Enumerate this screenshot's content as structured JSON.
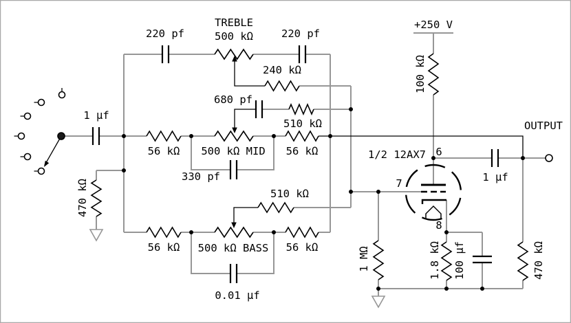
{
  "schematic": {
    "title": "Tone stack with 12AX7 gain stage",
    "colors": {
      "wire": "#969696",
      "component": "#000000",
      "background": "#ffffff",
      "border": "#a9a9a9"
    },
    "input_switch": {
      "contacts": 6,
      "selected": "bottom contact (arrow)"
    },
    "labels": {
      "treble_cap_left": "220 pf",
      "treble_name": "TREBLE",
      "treble_pot": "500 kΩ",
      "treble_cap_right": "220 pf",
      "slope_resistor": "240 kΩ",
      "mid_wiper_cap": "680 pf",
      "mid_wiper_resistor": "510 kΩ",
      "mid_series_left": "56 kΩ",
      "mid_pot": "500 kΩ MID",
      "mid_series_right": "56 kΩ",
      "mid_shunt_cap": "330 pf",
      "bass_wiper_resistor": "510 kΩ",
      "bass_series_left": "56 kΩ",
      "bass_pot": "500 kΩ BASS",
      "bass_series_right": "56 kΩ",
      "bass_shunt_cap": "0.01 μf",
      "input_cap": "1 μf",
      "input_resistor": "470 kΩ",
      "supply": "+250 V",
      "plate_resistor": "100 kΩ",
      "tube_name": "1/2 12AX7",
      "pin_plate": "6",
      "pin_grid": "7",
      "pin_cathode": "8",
      "grid_resistor": "1 MΩ",
      "cathode_resistor": "1.8 kΩ",
      "cathode_cap": "100 μf",
      "output_cap": "1 μf",
      "output_resistor": "470 kΩ",
      "output_name": "OUTPUT"
    }
  }
}
